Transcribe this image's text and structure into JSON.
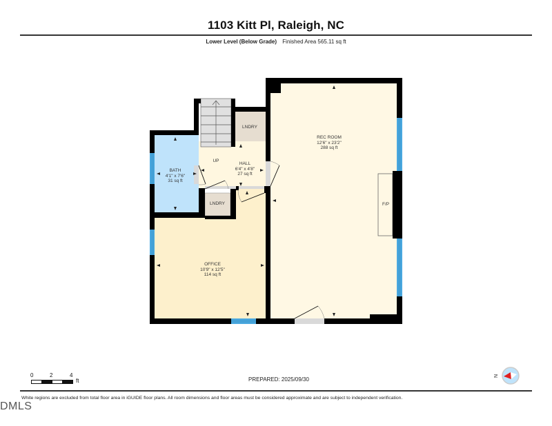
{
  "header": {
    "title": "1103 Kitt Pl, Raleigh, NC",
    "level": "Lower Level (Below Grade)",
    "finished_area": "Finished Area 565.11 sq ft"
  },
  "colors": {
    "wall": "#000000",
    "bath": "#bfe3fb",
    "hall": "#fff7e0",
    "office": "#fdf0cc",
    "rec_room": "#fff8e4",
    "laundry": "#e6ddd0",
    "stairs": "#e0e0e0",
    "window": "#4aa8df",
    "door_opening": "#d9d9d9",
    "compass_fill": "#bfe3fb",
    "compass_needle": "#e02020"
  },
  "rooms": {
    "bath": {
      "name": "BATH",
      "dims": "4'1\" x 7'6\"",
      "area": "31 sq ft"
    },
    "hall": {
      "name": "HALL",
      "dims": "6'4\" x 4'8\"",
      "area": "27 sq ft"
    },
    "rec_room": {
      "name": "REC ROOM",
      "dims": "12'6\" x 23'2\"",
      "area": "288 sq ft"
    },
    "office": {
      "name": "OFFICE",
      "dims": "10'9\" x 12'5\"",
      "area": "114 sq ft"
    },
    "laundry_upper": {
      "name": "LNDRY"
    },
    "laundry_lower": {
      "name": "LNDRY"
    },
    "stairs": {
      "label": "UP"
    },
    "fireplace": {
      "label": "F/P"
    }
  },
  "scale_bar": {
    "ticks": [
      "0",
      "2",
      "4"
    ],
    "unit": "ft"
  },
  "footer": {
    "prepared": "PREPARED: 2025/09/30",
    "disclaimer": "White regions are excluded from total floor area in iGUIDE floor plans. All room dimensions and floor areas must be considered approximate and are subject to independent verification.",
    "watermark": "DMLS",
    "compass_label": "N"
  }
}
